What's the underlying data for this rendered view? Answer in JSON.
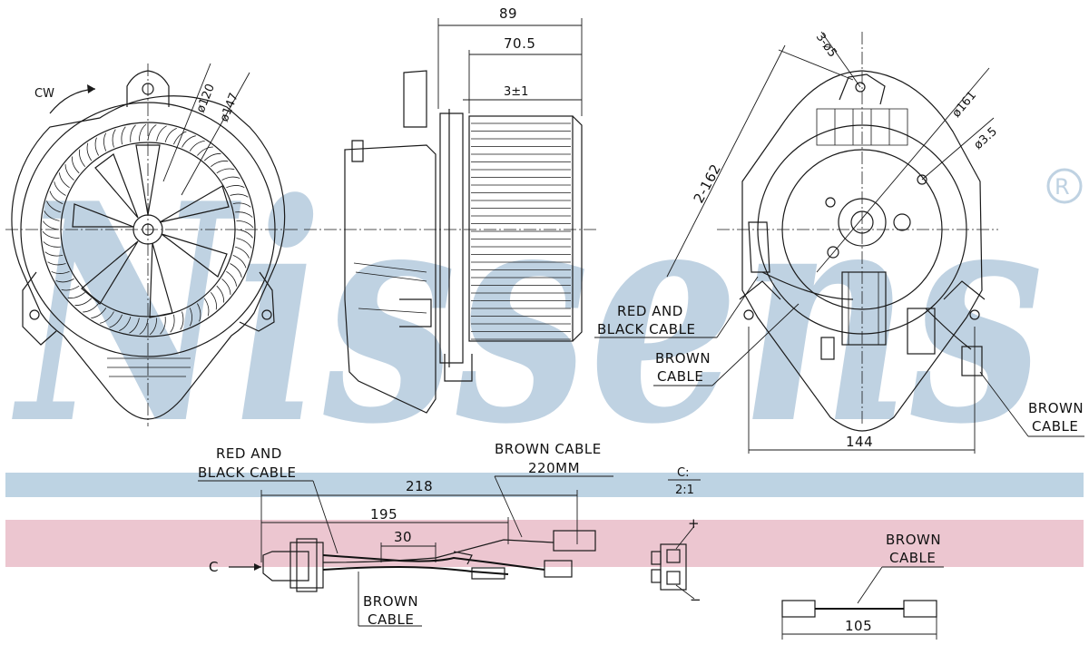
{
  "colors": {
    "watermark": "#bfd2e2",
    "band_blue": "#bdd3e3",
    "band_pink": "#ecc6d0",
    "line": "#1a1a1a"
  },
  "watermark": {
    "text": "Nissens",
    "trademark": "®"
  },
  "front_view": {
    "rotation": "CW",
    "dia_fan": "ø120",
    "dia_housing": "ø147"
  },
  "side_view": {
    "overall_length": "89",
    "fan_length": "70.5",
    "gap": "3±1"
  },
  "rear_view": {
    "holes": "3-ø5",
    "bolt_circle": "ø161",
    "small_hole": "ø3.5",
    "hole_spacing": "2-162",
    "width": "144",
    "red_black_cable": [
      "RED AND",
      "BLACK CABLE"
    ],
    "brown_cable_1": [
      "BROWN",
      "CABLE"
    ],
    "brown_cable_2": [
      "BROWN",
      "CABLE"
    ]
  },
  "harness": {
    "red_black_cable": [
      "RED AND",
      "BLACK CABLE"
    ],
    "brown_cable_top": [
      "BROWN CABLE",
      "220MM"
    ],
    "brown_cable_bottom": [
      "BROWN",
      "CABLE"
    ],
    "len_total": "218",
    "len_mid": "195",
    "len_short": "30",
    "section_marker": "C"
  },
  "detail_c": {
    "label": "C:",
    "scale": "2:1",
    "plus": "+",
    "minus": "−"
  },
  "jumper": {
    "label": [
      "BROWN",
      "CABLE"
    ],
    "length": "105"
  }
}
